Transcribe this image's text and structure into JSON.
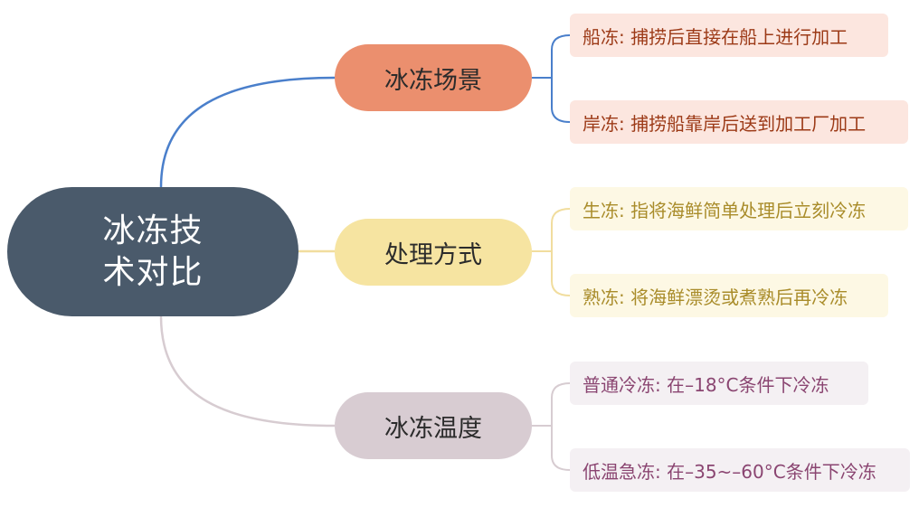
{
  "colors": {
    "root_bg": "#4a5a6b",
    "branch_1": "#eb8f6e",
    "branch_2": "#f6e4a1",
    "branch_3": "#d8ccd2",
    "connector_1": "#4a7fcb",
    "connector_2": "#f1dd9e",
    "connector_3": "#d7ccd1"
  },
  "root": {
    "line1": "冰冻技",
    "line2": "术对比"
  },
  "branches": [
    {
      "label": "冰冻场景",
      "leaves": [
        "船冻: 捕捞后直接在船上进行加工",
        "岸冻: 捕捞船靠岸后送到加工厂加工"
      ]
    },
    {
      "label": "处理方式",
      "leaves": [
        "生冻: 指将海鲜简单处理后立刻冷冻",
        "熟冻: 将海鲜漂烫或煮熟后再冷冻"
      ]
    },
    {
      "label": "冰冻温度",
      "leaves": [
        "普通冷冻: 在–18°C条件下冷冻",
        "低温急冻: 在–35~–60°C条件下冷冻"
      ]
    }
  ]
}
